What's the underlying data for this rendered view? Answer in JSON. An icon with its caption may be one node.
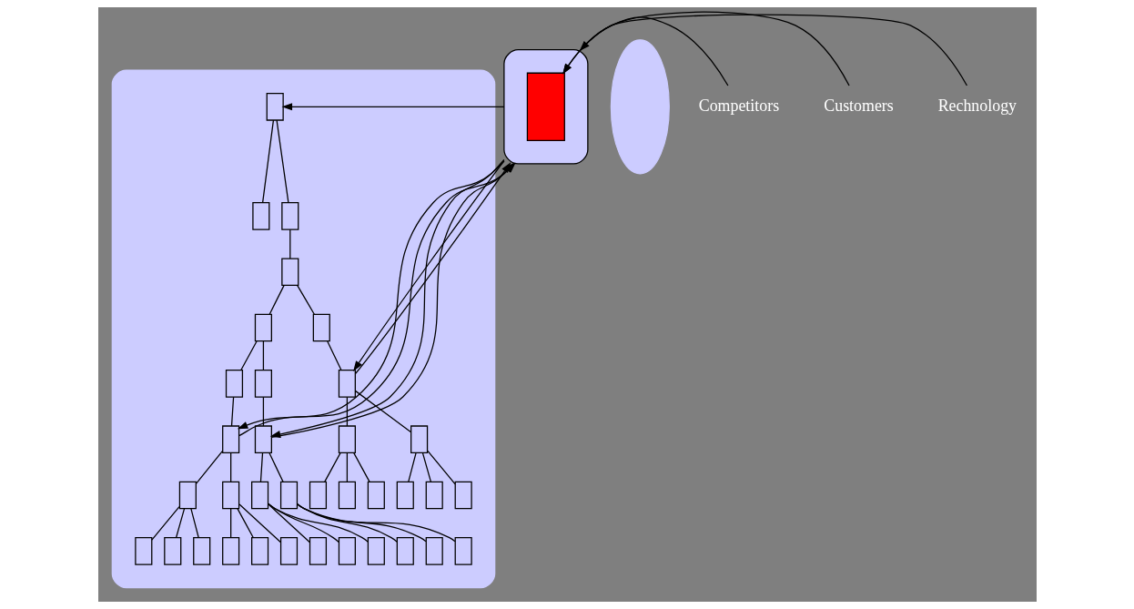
{
  "diagram": {
    "nodes": [
      {
        "text": [],
        "shape": "keyhole"
      },
      {
        "text": [],
        "shape": "box",
        "in": 0
      },
      {
        "text": [],
        "shape": "box",
        "in": 0
      },
      {
        "text": [],
        "shape": "box",
        "in": 0
      },
      {
        "text": [],
        "shape": "box",
        "in": 0
      },
      {
        "text": [],
        "shape": "box",
        "in": 0
      },
      {
        "text": [],
        "shape": "box",
        "in": 0
      },
      {
        "text": [],
        "shape": "box",
        "in": 0
      },
      {
        "text": [],
        "shape": "box",
        "in": 0
      },
      {
        "text": [],
        "shape": "box",
        "in": 0
      },
      {
        "text": [],
        "shape": "box",
        "in": 0
      },
      {
        "text": [],
        "shape": "box",
        "in": 0
      },
      {
        "text": [],
        "shape": "box",
        "in": 0
      },
      {
        "text": [],
        "shape": "box",
        "in": 0
      },
      {
        "text": [],
        "shape": "box",
        "in": 0
      },
      {
        "text": [],
        "shape": "box",
        "in": 0
      },
      {
        "text": [],
        "shape": "box",
        "in": 0
      },
      {
        "text": [],
        "shape": "box",
        "in": 0
      },
      {
        "text": [],
        "shape": "box",
        "in": 0
      },
      {
        "text": [],
        "shape": "box",
        "in": 0
      },
      {
        "text": [],
        "shape": "box",
        "in": 0
      },
      {
        "text": [],
        "shape": "box",
        "in": 0
      },
      {
        "text": [],
        "shape": "box",
        "in": 0
      },
      {
        "text": [],
        "shape": "box",
        "in": 0
      },
      {
        "text": [],
        "shape": "box",
        "in": 0
      },
      {
        "text": [],
        "shape": "box",
        "in": 0
      },
      {
        "text": [],
        "shape": "box",
        "in": 0
      },
      {
        "text": [],
        "shape": "box",
        "in": 0
      },
      {
        "text": [],
        "shape": "box",
        "in": 0
      },
      {
        "text": [],
        "shape": "box",
        "in": 0
      },
      {
        "text": [],
        "shape": "box",
        "in": 0
      },
      {
        "text": [],
        "shape": "box",
        "in": 0
      },
      {
        "text": [],
        "shape": "box",
        "in": 0
      },
      {
        "text": [],
        "shape": "box",
        "in": 0
      },
      {
        "text": [],
        "shape": "box",
        "in": 0
      },
      {
        "text": [],
        "shape": "box",
        "in": 0
      },
      {
        "text": [],
        "shape": "ellipse"
      },
      {
        "text": [],
        "shape": "ellipse"
      },
      {
        "text": [],
        "shape": "box",
        "in": 37
      },
      {
        "text": [
          "Competitors"
        ]
      },
      {
        "text": [
          "Customers"
        ]
      },
      {
        "text": [
          "Rechnology"
        ]
      }
    ],
    "edges": [
      {
        "from": 1,
        "to": 2,
        "arrow": "none"
      },
      {
        "from": 1,
        "to": 3,
        "arrow": "none"
      },
      {
        "from": 3,
        "to": 4,
        "arrow": "none"
      },
      {
        "from": 4,
        "to": 5,
        "arrow": "none"
      },
      {
        "from": 4,
        "to": 6,
        "arrow": "none"
      },
      {
        "from": 5,
        "to": 7,
        "arrow": "none"
      },
      {
        "from": 5,
        "to": 8,
        "arrow": "none"
      },
      {
        "from": 7,
        "to": 9,
        "arrow": "none"
      },
      {
        "from": 8,
        "to": 10,
        "arrow": "none"
      },
      {
        "from": 6,
        "to": 11,
        "arrow": "none"
      },
      {
        "from": 9,
        "to": 12,
        "arrow": "none"
      },
      {
        "from": 9,
        "to": 13,
        "arrow": "none"
      },
      {
        "from": 10,
        "to": 14,
        "arrow": "none"
      },
      {
        "from": 10,
        "to": 15,
        "arrow": "none"
      },
      {
        "from": 11,
        "to": 16,
        "arrow": "none"
      },
      {
        "from": 11,
        "to": 17,
        "arrow": "none"
      },
      {
        "from": 12,
        "to": 18,
        "arrow": "none"
      },
      {
        "from": 12,
        "to": 19,
        "arrow": "none"
      },
      {
        "from": 12,
        "to": 20,
        "arrow": "none"
      },
      {
        "from": 13,
        "to": 21,
        "arrow": "none"
      },
      {
        "from": 13,
        "to": 22,
        "arrow": "none"
      },
      {
        "from": 13,
        "to": 23,
        "arrow": "none"
      },
      {
        "from": 14,
        "to": 24,
        "arrow": "none"
      },
      {
        "from": 14,
        "to": 25,
        "arrow": "none"
      },
      {
        "from": 14,
        "to": 26,
        "arrow": "none"
      },
      {
        "from": 15,
        "to": 27,
        "arrow": "none"
      },
      {
        "from": 15,
        "to": 28,
        "arrow": "none"
      },
      {
        "from": 15,
        "to": 29,
        "arrow": "none"
      },
      {
        "from": 16,
        "to": 30,
        "arrow": "none"
      },
      {
        "from": 16,
        "to": 31,
        "arrow": "none"
      },
      {
        "from": 16,
        "to": 32,
        "arrow": "none"
      },
      {
        "from": 17,
        "to": 33,
        "arrow": "none"
      },
      {
        "from": 17,
        "to": 34,
        "arrow": "none"
      },
      {
        "from": 17,
        "to": 35,
        "arrow": "none"
      },
      {
        "from": 37,
        "to": 9,
        "arrow": "to"
      },
      {
        "from": 9,
        "to": 37,
        "arrow": "to"
      },
      {
        "from": 37,
        "to": 10,
        "arrow": "to"
      },
      {
        "from": 10,
        "to": 37,
        "arrow": "to"
      },
      {
        "from": 37,
        "to": 11,
        "arrow": "to"
      },
      {
        "from": 11,
        "to": 37,
        "arrow": "to"
      },
      {
        "from": 37,
        "to": 1,
        "arrow": "to"
      },
      {
        "from": 39,
        "to": 37,
        "arrow": "to"
      },
      {
        "from": 40,
        "to": 38,
        "arrow": "to"
      },
      {
        "from": 41,
        "to": 38,
        "arrow": "to"
      }
    ]
  }
}
